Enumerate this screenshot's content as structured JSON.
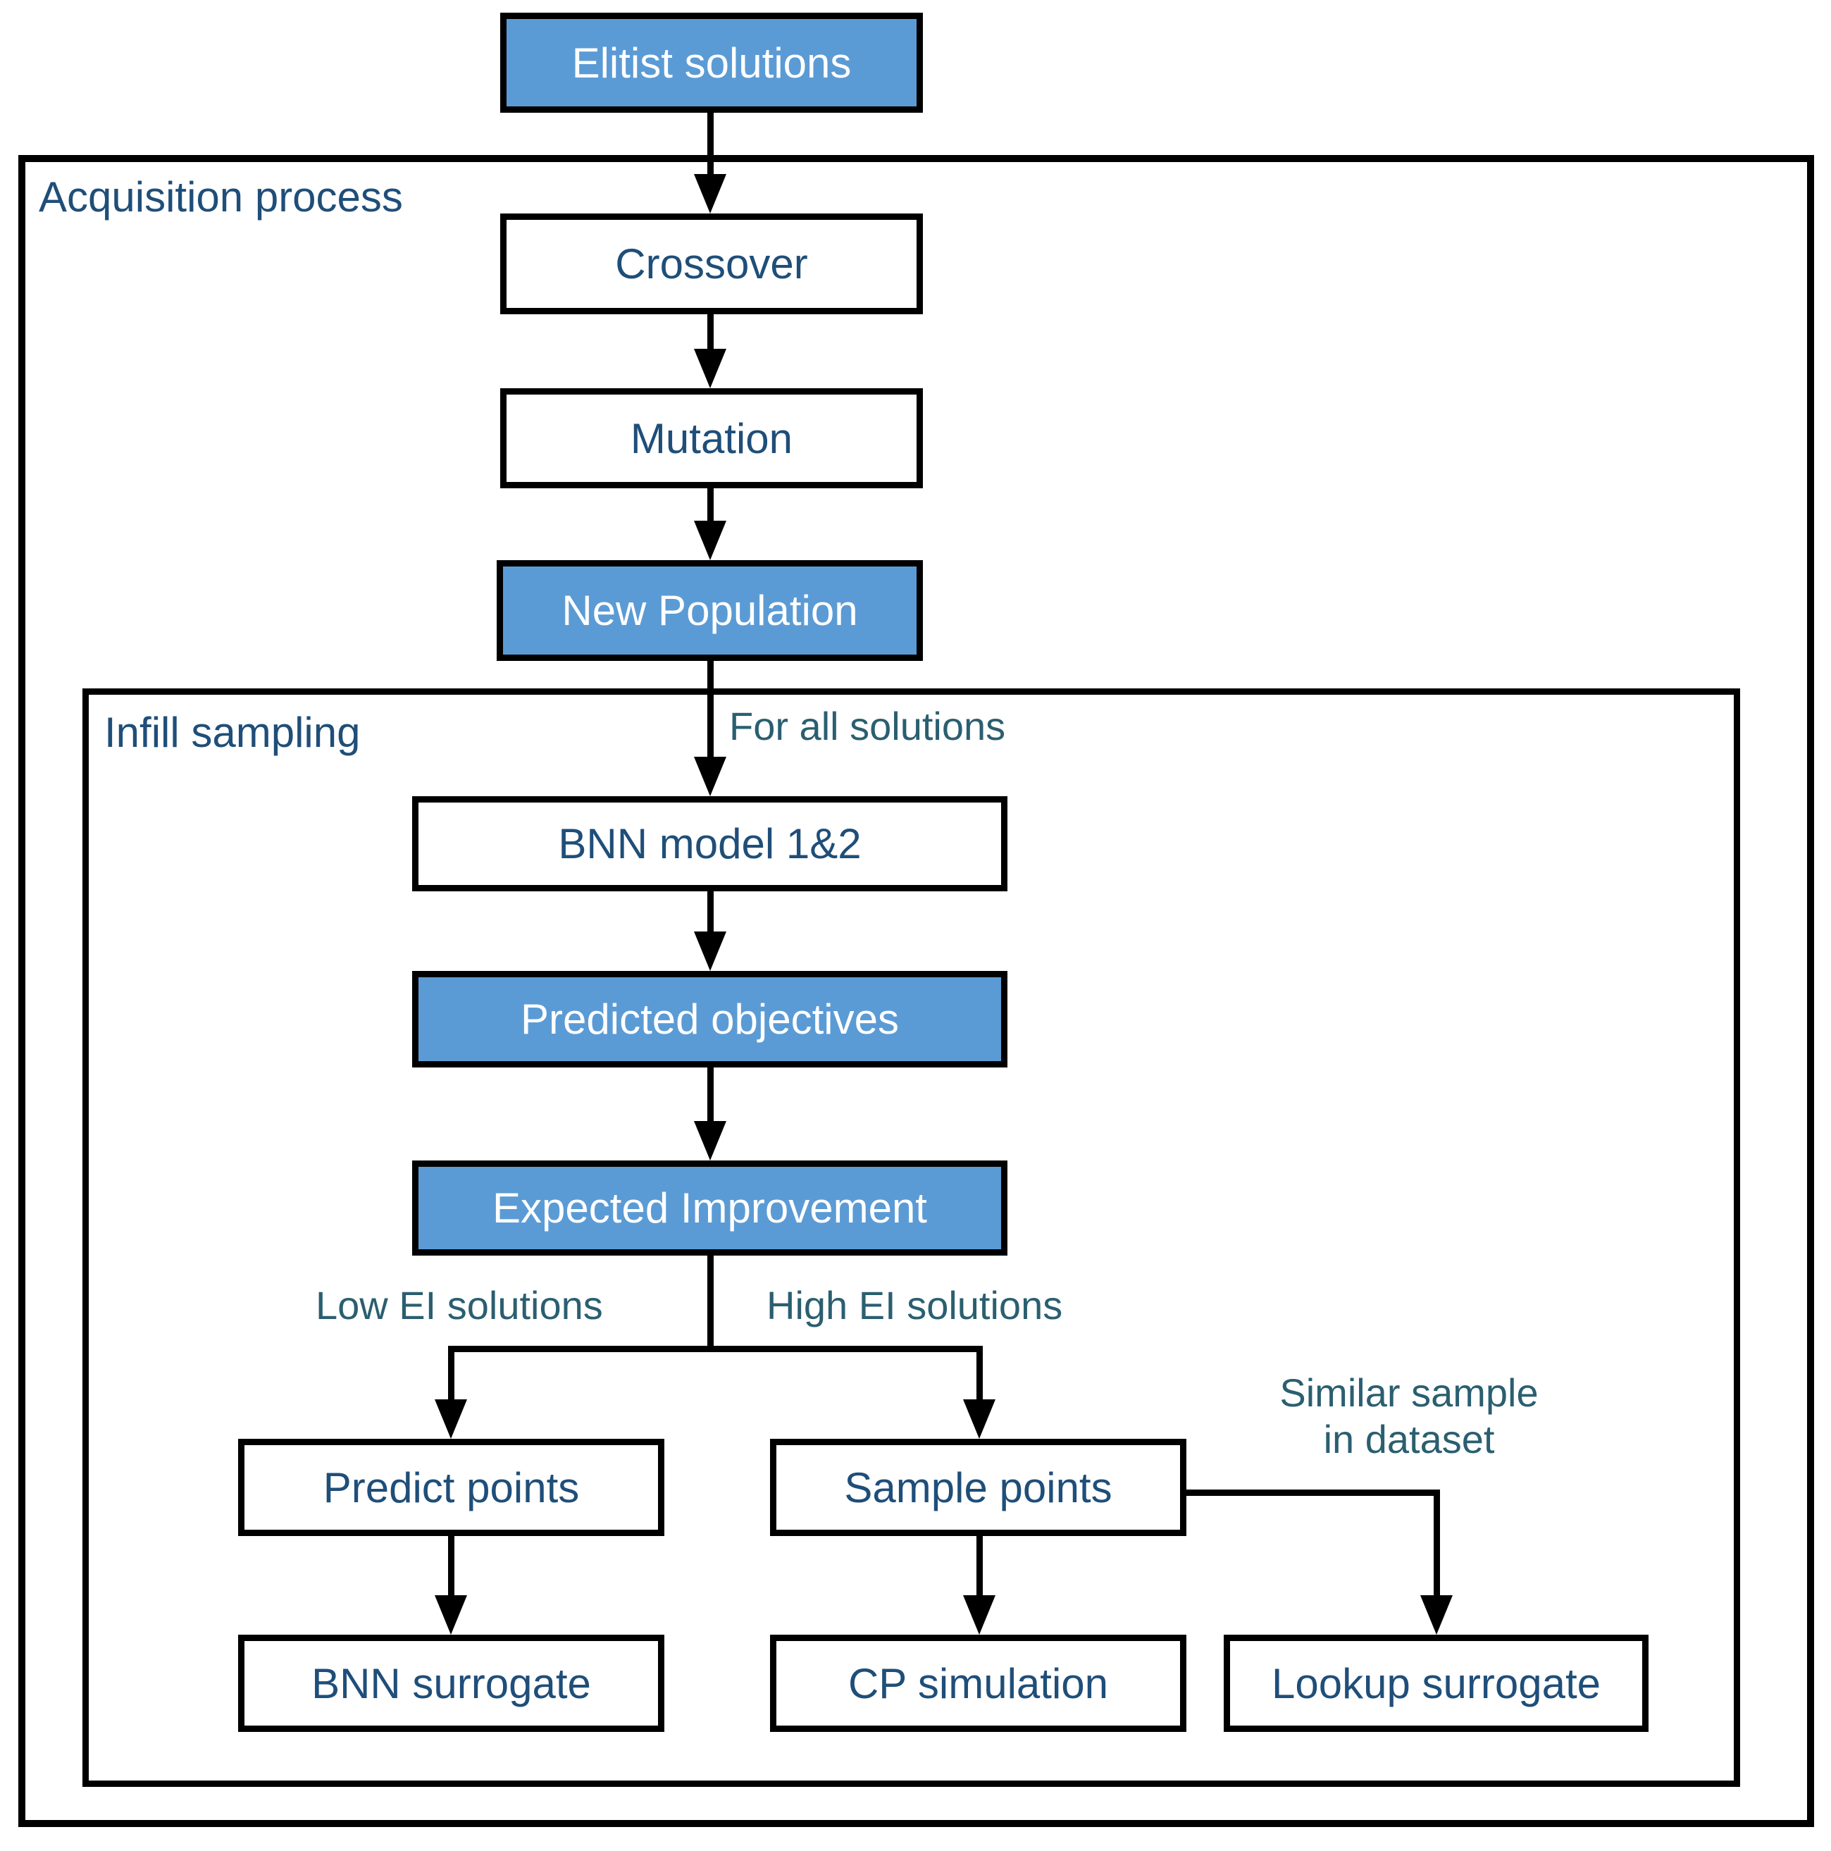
{
  "containers": {
    "acquisition": {
      "label": "Acquisition process"
    },
    "infill": {
      "label": "Infill sampling"
    }
  },
  "nodes": {
    "elitist": {
      "label": "Elitist solutions",
      "style": "blue-filled"
    },
    "crossover": {
      "label": "Crossover",
      "style": "white-outline"
    },
    "mutation": {
      "label": "Mutation",
      "style": "white-outline"
    },
    "new_population": {
      "label": "New Population",
      "style": "blue-filled"
    },
    "bnn_model": {
      "label": "BNN model 1&2",
      "style": "white-outline"
    },
    "predicted_objectives": {
      "label": "Predicted objectives",
      "style": "blue-filled"
    },
    "expected_improvement": {
      "label": "Expected Improvement",
      "style": "blue-filled"
    },
    "predict_points": {
      "label": "Predict points",
      "style": "white-outline"
    },
    "sample_points": {
      "label": "Sample points",
      "style": "white-outline"
    },
    "bnn_surrogate": {
      "label": "BNN surrogate",
      "style": "white-outline"
    },
    "cp_simulation": {
      "label": "CP simulation",
      "style": "white-outline"
    },
    "lookup_surrogate": {
      "label": "Lookup surrogate",
      "style": "white-outline"
    }
  },
  "annotations": {
    "for_all_solutions": "For all solutions",
    "low_ei": "Low EI solutions",
    "high_ei": "High EI solutions",
    "similar_sample_line1": "Similar sample",
    "similar_sample_line2": "in dataset"
  },
  "colors": {
    "node_fill_blue": "#5B9BD5",
    "node_text_on_blue": "#FFFFFF",
    "node_text_navy": "#1F4E79",
    "annotation_teal": "#2A5F70",
    "line_black": "#000000",
    "background": "#FFFFFF"
  }
}
